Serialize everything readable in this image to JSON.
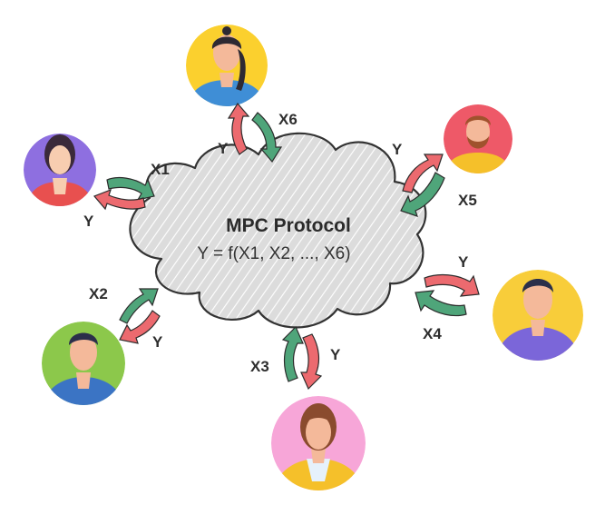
{
  "protocol": {
    "title": "MPC Protocol",
    "formula": "Y = f(X1, X2, ..., X6)"
  },
  "parties": [
    {
      "id": "party-1",
      "input_label": "X1",
      "output_label": "Y",
      "bg_color": "#8e6fe0",
      "icon": "woman-avatar-icon"
    },
    {
      "id": "party-2",
      "input_label": "X2",
      "output_label": "Y",
      "bg_color": "#8cc84b",
      "icon": "man-avatar-icon"
    },
    {
      "id": "party-3",
      "input_label": "X3",
      "output_label": "Y",
      "bg_color": "#f7a6d8",
      "icon": "woman-avatar-icon"
    },
    {
      "id": "party-4",
      "input_label": "X4",
      "output_label": "Y",
      "bg_color": "#f8cd3a",
      "icon": "man-avatar-icon"
    },
    {
      "id": "party-5",
      "input_label": "X5",
      "output_label": "Y",
      "bg_color": "#ee5968",
      "icon": "bearded-man-avatar-icon"
    },
    {
      "id": "party-6",
      "input_label": "X6",
      "output_label": "Y",
      "bg_color": "#fbd02e",
      "icon": "woman-avatar-icon"
    }
  ],
  "colors": {
    "input_arrow": "#4fa57a",
    "output_arrow": "#ec6a6f",
    "cloud_fill": "#d9d9d9",
    "cloud_stroke": "#333333"
  }
}
